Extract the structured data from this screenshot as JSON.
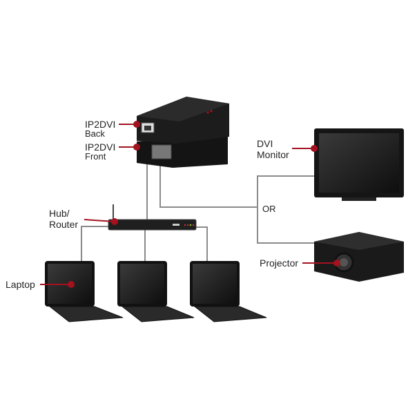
{
  "labels": {
    "back_title": "IP2DVI",
    "back_sub": "Back",
    "front_title": "IP2DVI",
    "front_sub": "Front",
    "hub_line1": "Hub/",
    "hub_line2": "Router",
    "laptop": "Laptop",
    "monitor_line1": "DVI",
    "monitor_line2": "Monitor",
    "projector": "Projector",
    "or": "OR"
  },
  "colors": {
    "accent": "#a3121f",
    "cable": "#8a8a8a",
    "device": "#1b1b1b"
  }
}
